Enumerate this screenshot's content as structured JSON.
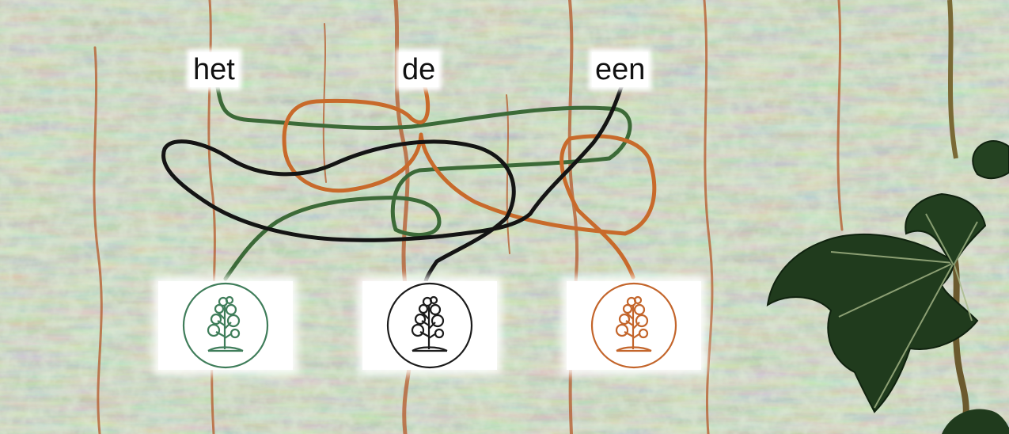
{
  "words": {
    "het": "het",
    "de": "de",
    "een": "een"
  },
  "colors": {
    "green": "#3f6e3a",
    "black": "#151515",
    "orange": "#c7692a",
    "icon_green": "#3f7d5a",
    "icon_black": "#1b1b1b",
    "icon_orange": "#c3652b",
    "bark_base": "#8fa07c",
    "ivy_leaf": "#1f3a1c"
  },
  "icons": {
    "left": "tree-icon",
    "middle": "tree-icon",
    "right": "tree-icon"
  }
}
